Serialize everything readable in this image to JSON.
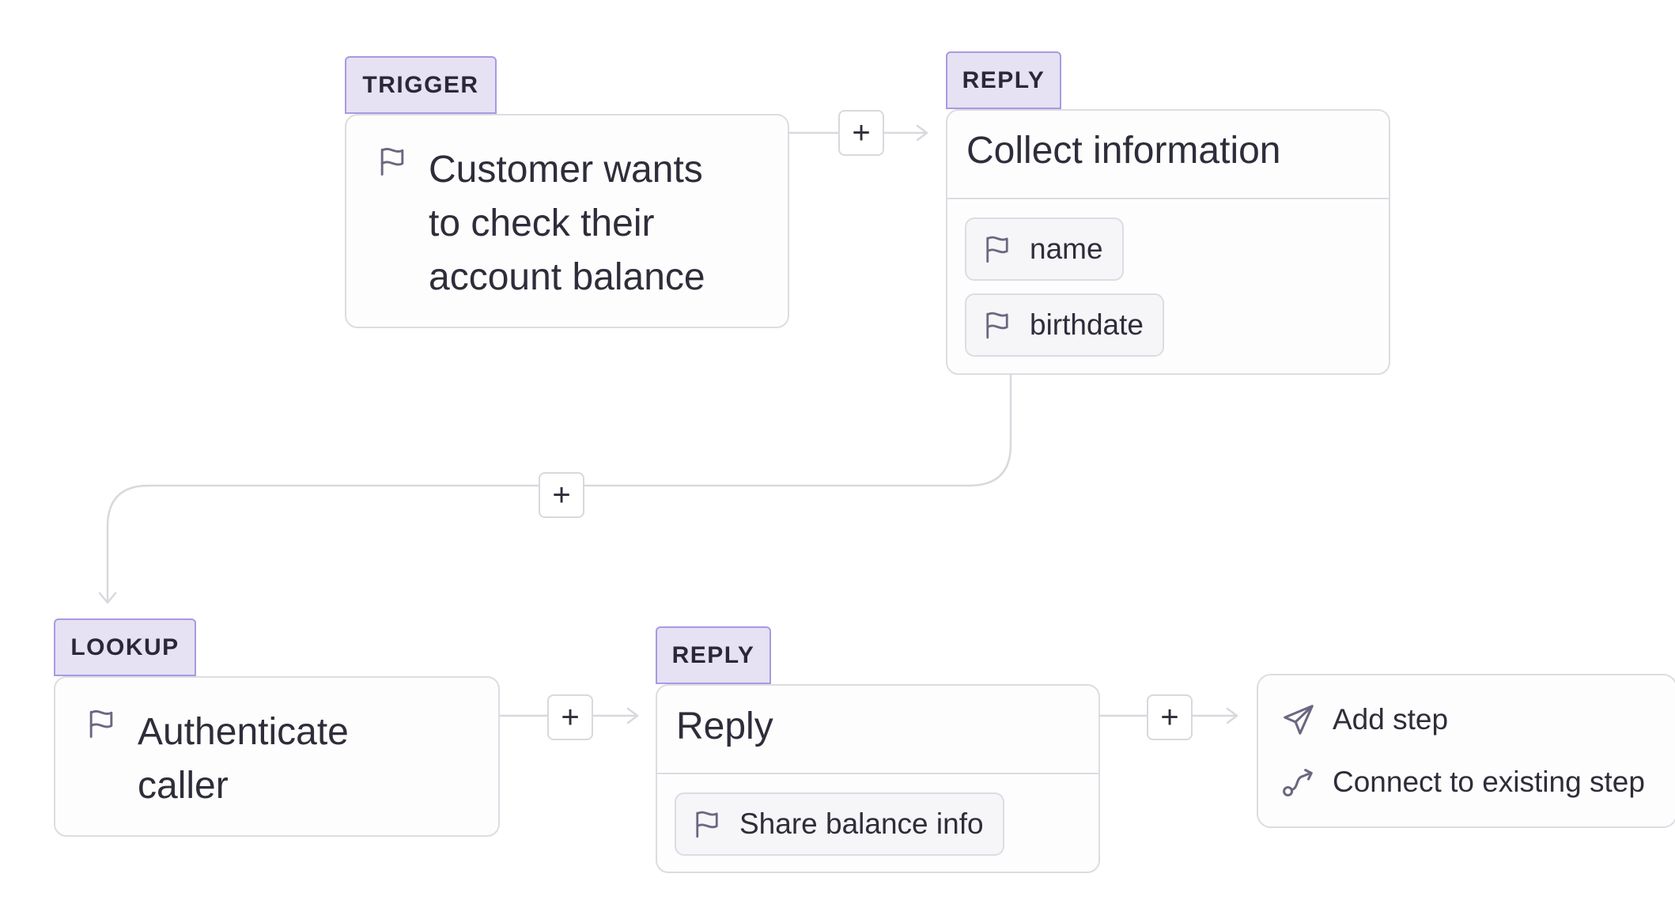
{
  "nodes": {
    "trigger": {
      "tag": "TRIGGER",
      "lines": [
        "Customer wants",
        "to check their",
        "account balance"
      ],
      "icon": "flag-icon"
    },
    "collect": {
      "tag": "REPLY",
      "title": "Collect information",
      "chips": [
        {
          "label": "name",
          "icon": "flag-icon"
        },
        {
          "label": "birthdate",
          "icon": "flag-icon"
        }
      ]
    },
    "lookup": {
      "tag": "LOOKUP",
      "lines": [
        "Authenticate",
        "caller"
      ],
      "icon": "flag-icon"
    },
    "reply": {
      "tag": "REPLY",
      "title": "Reply",
      "chips": [
        {
          "label": "Share balance info",
          "icon": "flag-icon"
        }
      ]
    }
  },
  "add_button_label": "+",
  "add_menu": {
    "items": [
      {
        "label": "Add step",
        "icon": "send-icon"
      },
      {
        "label": "Connect to existing step",
        "icon": "connect-icon"
      }
    ]
  },
  "colors": {
    "tag_bg": "#e6e1f3",
    "tag_border": "#a99ae0",
    "card_border": "#dddce2",
    "connector": "#d9d8de",
    "text": "#2e2d3a",
    "icon": "#6a6880"
  }
}
